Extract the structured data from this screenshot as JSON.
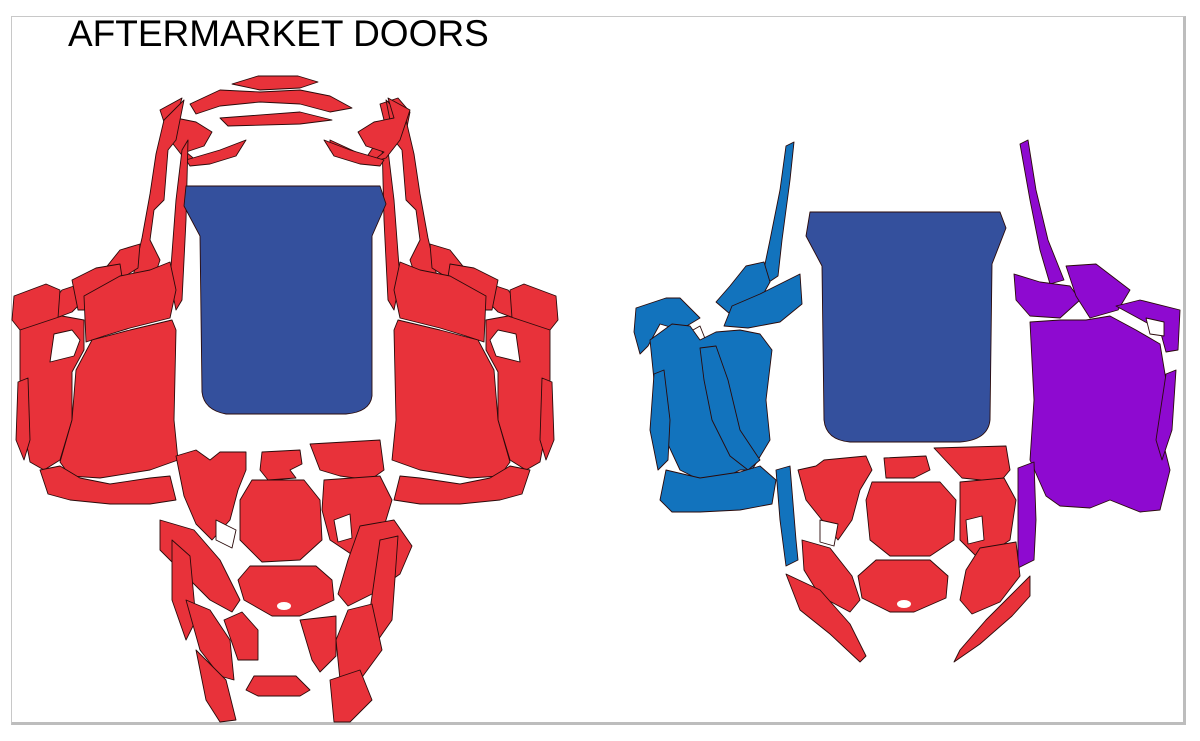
{
  "title": "AFTERMARKET DOORS",
  "colors": {
    "red": "#e8323a",
    "roof_blue": "#34509d",
    "door_blue": "#1273bd",
    "door_purple": "#8e0ad0",
    "outline": "#2a0a0a",
    "frame": "#bdbdbd"
  },
  "layouts": [
    {
      "id": "full-kit",
      "roof_panel": {
        "color": "roof_blue"
      },
      "body_panels": {
        "color": "red"
      }
    },
    {
      "id": "door-kit",
      "roof_panel": {
        "color": "roof_blue"
      },
      "left_door": {
        "color": "door_blue"
      },
      "right_door": {
        "color": "door_purple"
      },
      "front_panels": {
        "color": "red"
      }
    }
  ]
}
